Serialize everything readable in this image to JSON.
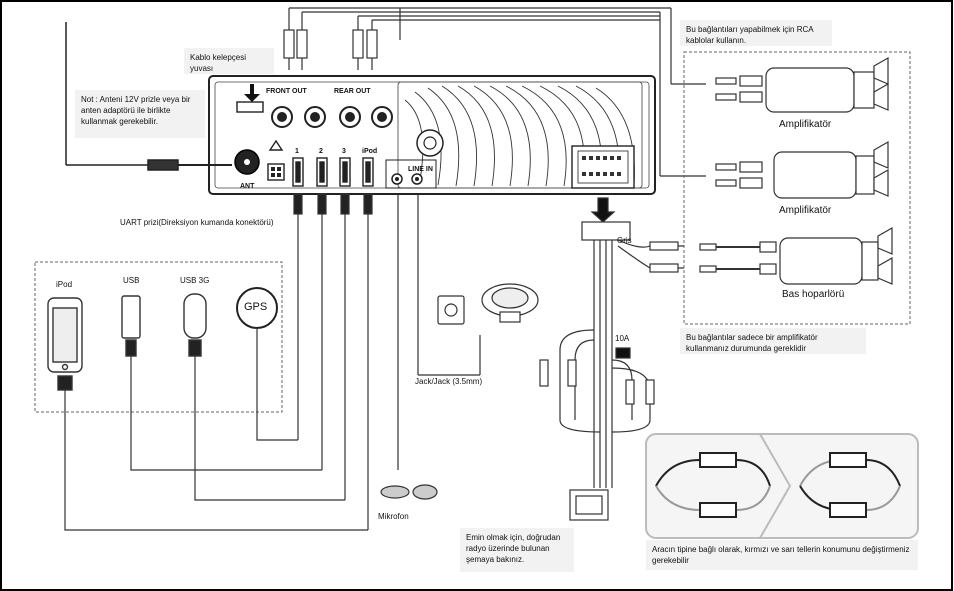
{
  "notes": {
    "rca": "Bu bağlantıları yapabilmek için RCA kablolar kullanın.",
    "antenna": "Not : Anteni 12V prizle veya bir anten adaptörü ile birlikte kullanmak gerekebilir.",
    "clamp": "Kablo kelepçesi yuvası",
    "amp_only": "Bu bağlantılar sadece bir amplifikatör kullanmanız durumunda gereklidir",
    "check": "Emin olmak için, doğrudan radyo üzerinde bulunan şemaya bakınız.",
    "swap": "Aracın tipine bağlı olarak, kırmızı ve sarı tellerin konumunu değiştirmeniz gerekebilir"
  },
  "unit_labels": {
    "front_out": "FRONT OUT",
    "rear_out": "REAR OUT",
    "ant": "ANT",
    "port1": "1",
    "port2": "2",
    "port3": "3",
    "port_ipod": "iPod",
    "line_in": "LINE IN"
  },
  "labels": {
    "uart": "UART prizi(Direksiyon kumanda konektörü)",
    "ipod": "iPod",
    "usb": "USB",
    "usb3g": "USB 3G",
    "gps": "GPS",
    "jack": "Jack/Jack (3.5mm)",
    "mikrofon": "Mikrofon",
    "amp1": "Amplifikatör",
    "amp2": "Amplifikatör",
    "bass": "Bas hoparlörü",
    "gris": "Gris",
    "fuse": "10A"
  }
}
